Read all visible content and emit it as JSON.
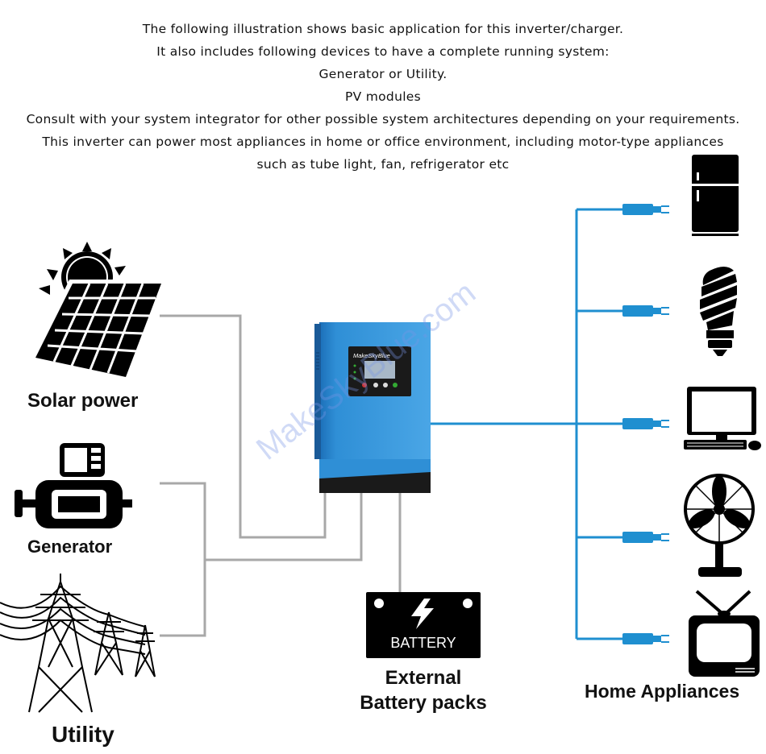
{
  "intro": {
    "lines": [
      "The following illustration shows basic application for this inverter/charger.",
      "It also includes following devices to have a complete running system:",
      "Generator or Utility.",
      "PV modules",
      "Consult with your system integrator for other possible system architectures depending on your requirements.",
      "This inverter can power most appliances in home or office environment, including motor-type appliances",
      "such as tube light, fan, refrigerator etc"
    ]
  },
  "sources": {
    "solar": "Solar power",
    "generator": "Generator",
    "utility": "Utility"
  },
  "inverter": {
    "brand": "MakeSkyBlue"
  },
  "battery": {
    "badge": "BATTERY",
    "label_line1": "External",
    "label_line2": "Battery packs"
  },
  "appliances": {
    "label": "Home Appliances",
    "items": [
      "refrigerator-icon",
      "bulb-icon",
      "computer-icon",
      "fan-icon",
      "tv-icon"
    ]
  },
  "watermark": "MakeSkyBlue.com",
  "colors": {
    "inverter_blue": "#2f8fd6",
    "wire_blue": "#1f8fd0",
    "wire_gray": "#a8a8a8",
    "icon_black": "#000000"
  }
}
